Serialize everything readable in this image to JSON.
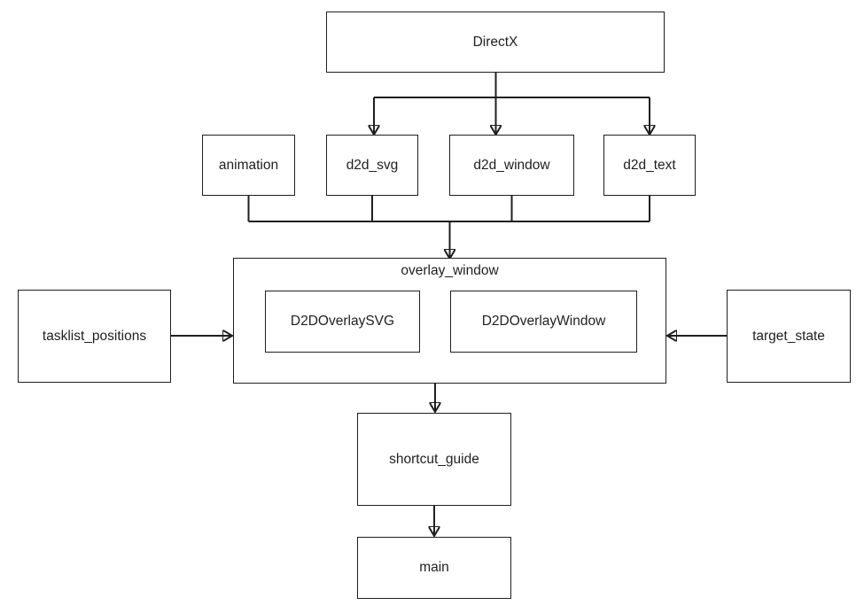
{
  "canvas": {
    "background_color": "#ffffff",
    "line_color": "#1f1f1f",
    "text_color": "#1f1f1f"
  },
  "nodes": {
    "directx": {
      "label": "DirectX"
    },
    "animation": {
      "label": "animation"
    },
    "d2d_svg": {
      "label": "d2d_svg"
    },
    "d2d_window": {
      "label": "d2d_window"
    },
    "d2d_text": {
      "label": "d2d_text"
    },
    "overlay_window": {
      "label": "overlay_window"
    },
    "d2d_overlay_svg": {
      "label": "D2DOverlaySVG"
    },
    "d2d_overlay_window": {
      "label": "D2DOverlayWindow"
    },
    "tasklist_positions": {
      "label": "tasklist_positions"
    },
    "target_state": {
      "label": "target_state"
    },
    "shortcut_guide": {
      "label": "shortcut_guide"
    },
    "main": {
      "label": "main"
    }
  },
  "edges": [
    {
      "from": "DirectX",
      "to": "d2d_svg",
      "arrow": true
    },
    {
      "from": "DirectX",
      "to": "d2d_window",
      "arrow": true
    },
    {
      "from": "DirectX",
      "to": "d2d_text",
      "arrow": true
    },
    {
      "from": "animation",
      "to": "overlay_window",
      "arrow": true
    },
    {
      "from": "d2d_svg",
      "to": "overlay_window",
      "arrow": true
    },
    {
      "from": "d2d_window",
      "to": "overlay_window",
      "arrow": true
    },
    {
      "from": "d2d_text",
      "to": "overlay_window",
      "arrow": true
    },
    {
      "from": "tasklist_positions",
      "to": "overlay_window",
      "arrow": true
    },
    {
      "from": "target_state",
      "to": "overlay_window",
      "arrow": true
    },
    {
      "from": "overlay_window",
      "to": "shortcut_guide",
      "arrow": true
    },
    {
      "from": "shortcut_guide",
      "to": "main",
      "arrow": true
    }
  ]
}
